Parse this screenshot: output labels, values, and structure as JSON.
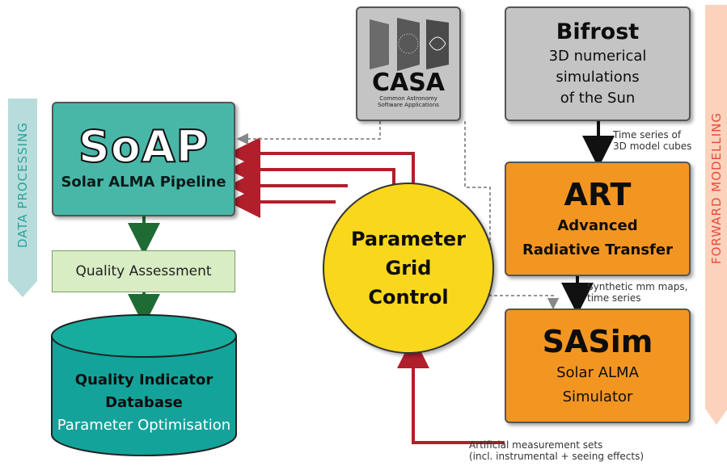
{
  "casa": {
    "name": "CASA",
    "subtitle_line1": "Common Astronomy",
    "subtitle_line2": "Software Applications"
  },
  "bifrost": {
    "title": "Bifrost",
    "line1": "3D numerical",
    "line2": "simulations",
    "line3": "of the Sun"
  },
  "soap": {
    "logo": "SoAP",
    "title": "Solar ALMA Pipeline"
  },
  "quality_assessment": {
    "label": "Quality Assessment"
  },
  "database": {
    "line1": "Quality Indicator",
    "line2": "Database",
    "line3": "Parameter Optimisation"
  },
  "parameter_grid": {
    "line1": "Parameter",
    "line2": "Grid",
    "line3": "Control"
  },
  "art": {
    "title": "ART",
    "line1": "Advanced",
    "line2": "Radiative Transfer"
  },
  "sasim": {
    "title": "SASim",
    "line1": "Solar ALMA",
    "line2": "Simulator"
  },
  "labels": {
    "bifrost_to_art_1": "Time series of",
    "bifrost_to_art_2": "3D model cubes",
    "art_to_sasim_1": "Synthetic mm maps,",
    "art_to_sasim_2": "time series",
    "sasim_out_1": "Artificial measurement sets",
    "sasim_out_2": "(incl. instrumental + seeing effects)"
  },
  "banners": {
    "left": "DATA PROCESSING",
    "right": "FORWARD MODELLING"
  },
  "colors": {
    "teal": "#48b7a8",
    "teal_dark": "#13a39a",
    "orange": "#f39621",
    "yellow": "#f9d71c",
    "red_arrow": "#b11f2b",
    "green_arrow": "#1f6b34",
    "grey_box": "#c4c4c4"
  }
}
